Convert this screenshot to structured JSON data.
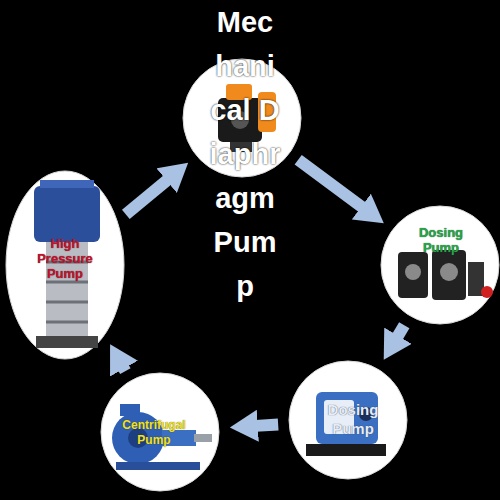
{
  "diagram": {
    "nodes": [
      {
        "text": [
          "Mechanical Diaphragm Pump"
        ]
      },
      {
        "text": [
          "High Pressure Pump"
        ]
      },
      {
        "text": [
          "Dosing Pump"
        ]
      },
      {
        "text": [
          "Dosing Pump"
        ]
      },
      {
        "text": [
          "Centrifugal Pump"
        ]
      }
    ],
    "edges": [
      {
        "from": 0,
        "to": 2,
        "arrow": "to"
      },
      {
        "from": 2,
        "to": 3,
        "arrow": "to"
      },
      {
        "from": 3,
        "to": 4,
        "arrow": "to"
      },
      {
        "from": 4,
        "to": 1,
        "arrow": "to"
      },
      {
        "from": 1,
        "to": 0,
        "arrow": "to"
      }
    ]
  }
}
